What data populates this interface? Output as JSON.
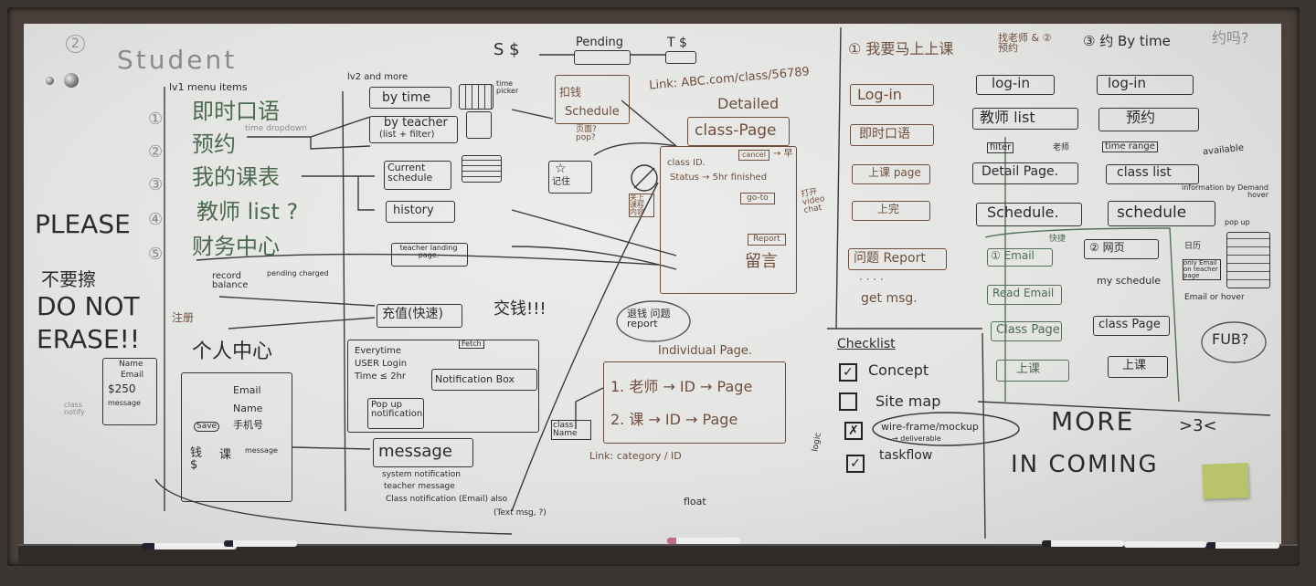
{
  "header": {
    "page_number": "2",
    "title": "Student",
    "lv1_label": "lv1 menu items",
    "lv2_label": "lv2 and more"
  },
  "please": {
    "line1": "PLEASE",
    "line2": "不要擦",
    "line3": "DO NOT",
    "line4": "ERASE!!"
  },
  "menu": {
    "items": [
      {
        "num": "①",
        "label": "即时口语"
      },
      {
        "num": "②",
        "label": "预约"
      },
      {
        "num": "③",
        "label": "我的课表"
      },
      {
        "num": "④",
        "label": "教师 list ?"
      },
      {
        "num": "⑤",
        "label": "财务中心"
      }
    ],
    "time_dropdown": "time dropdown",
    "record_balance": "record balance",
    "pending_charged": "pending charged",
    "register": "注册",
    "personal_center": "个人中心"
  },
  "lv2": {
    "by_time": "by time",
    "time_picker": "time picker",
    "by_teacher": "by teacher",
    "list_filter": "(list + filter)",
    "current_schedule": "Current schedule",
    "history": "history",
    "teacher_landing": "teacher landing page.",
    "recharge": "充值(快速)",
    "pay": "交钱!!!"
  },
  "profile_card": {
    "email": "Email",
    "name": "Name",
    "save": "Save",
    "phone": "手机号",
    "money": "钱 $",
    "lesson": "课",
    "message": "message"
  },
  "mini_card": {
    "name": "Name",
    "email": "Email",
    "balance": "$250",
    "message": "message",
    "class_notify": "class notify"
  },
  "notification": {
    "condition": "Everytime USER Login Time ≤ 2hr",
    "fetch": "Fetch",
    "box": "Notification Box",
    "popup": "Pop up notification"
  },
  "message_box": {
    "title": "message",
    "line1": "system notification",
    "line2": "teacher message",
    "line3": "Class notification (Email) also",
    "text_msg": "(Text msg, ?)"
  },
  "payment_flow": {
    "student": "S $",
    "pending": "Pending",
    "teacher": "T $",
    "deduct": "扣钱",
    "schedule": "Schedule",
    "question": "页面? pop?",
    "remember": "记住"
  },
  "class_page": {
    "link": "Link: ABC.com/class/56789",
    "title1": "Detailed",
    "title2": "class-Page",
    "class_id": "class ID.",
    "status": "Status → 5hr finished",
    "cancel": "cancel",
    "early": "→ 早",
    "goto": "go-to",
    "video": "打开 video chat",
    "report": "Report",
    "leave_msg": "留言",
    "refund": "退钱 问题 report",
    "side_note": "关上 课程 内容"
  },
  "individual_page": {
    "title": "Individual Page.",
    "row1": "1. 老师 → ID → Page",
    "row2": "2. 课 → ID → Page",
    "link": "Link: category / ID",
    "class_name": "class Name",
    "float": "float"
  },
  "flows": [
    {
      "title": "① 我要马上上课",
      "steps": [
        "Log-in",
        "即时口语",
        "上课 page",
        "上完",
        "问题 Report",
        "· · · ·",
        "get msg."
      ]
    },
    {
      "title": "找老师 & ② 预约",
      "steps": [
        "log-in",
        "教师 list",
        "filter",
        "Detail Page.",
        "Schedule."
      ],
      "note": "老师"
    },
    {
      "title": "③ 约 By time",
      "steps": [
        "log-in",
        "预约",
        "time range",
        "class list",
        "schedule"
      ],
      "note": "available",
      "hover_note": "information by Demand hover",
      "aside": "约吗?"
    }
  ],
  "subflows": [
    {
      "steps": [
        "① Email",
        "Read Email",
        "Class Page",
        "上课"
      ],
      "tag": "快捷"
    },
    {
      "steps": [
        "② 网页",
        "my schedule",
        "class Page",
        "上课"
      ]
    }
  ],
  "sketch": {
    "calendar": "日历",
    "popup": "pop up",
    "only_email": "only Email on teacher page",
    "email_or_hover": "Email or hover",
    "fub": "FUB?"
  },
  "checklist": {
    "title": "Checklist",
    "logic": "logic",
    "items": [
      {
        "label": "Concept",
        "mark": "✓",
        "checked": true
      },
      {
        "label": "Site map",
        "mark": "",
        "checked": false
      },
      {
        "label": "wire-frame/mockup",
        "sub": "→ deliverable",
        "mark": "✗",
        "checked": true
      },
      {
        "label": "taskflow",
        "mark": "✓",
        "checked": true
      }
    ]
  },
  "more": {
    "line1": "MORE",
    "line2": "IN COMING",
    "face": ">3<"
  },
  "colors": {
    "board": "#e6e7e5",
    "frame": "#4a4039",
    "ink_black": "#2b2b2b",
    "ink_green": "#4c6a4f",
    "ink_brown": "#6e4f3e",
    "sticky_note": "#b9c46a"
  }
}
